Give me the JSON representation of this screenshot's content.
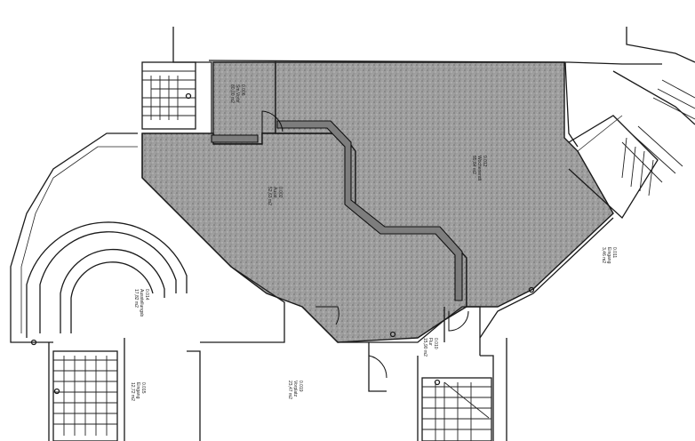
{
  "rooms": [
    {
      "id": "0.006",
      "name": "Sm.Vorbf",
      "area": "80,00 m2"
    },
    {
      "id": "0.012",
      "name": "Wochenendt",
      "area": "85,84 m2"
    },
    {
      "id": "0.002",
      "name": "Ausst.",
      "area": "52,63 m2"
    },
    {
      "id": "0.014",
      "name": "Ausstellungsb",
      "area": "17,82 m2"
    },
    {
      "id": "0.011",
      "name": "Eingang",
      "area": "3,46 m2"
    },
    {
      "id": "0.010",
      "name": "Flur",
      "area": "15,90 m2"
    },
    {
      "id": "0.015",
      "name": "Eingang",
      "area": "12,72 m2"
    },
    {
      "id": "0.019",
      "name": "Vorplatz",
      "area": "23,47 m2"
    }
  ]
}
